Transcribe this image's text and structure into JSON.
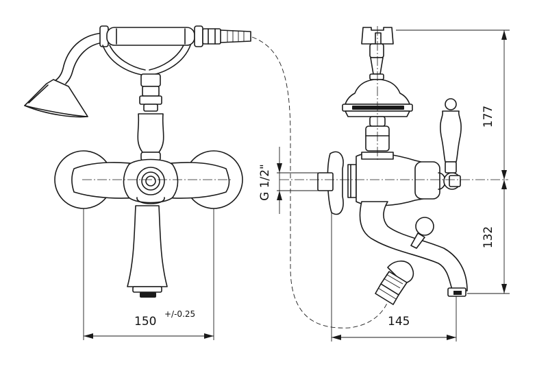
{
  "dimensions": {
    "front_width": "150",
    "front_tolerance": "+/-0.25",
    "side_width": "145",
    "upper_height": "177",
    "lower_height": "132",
    "thread": "G 1/2\""
  },
  "colors": {
    "line": "#1a1a1a",
    "background": "#ffffff"
  }
}
